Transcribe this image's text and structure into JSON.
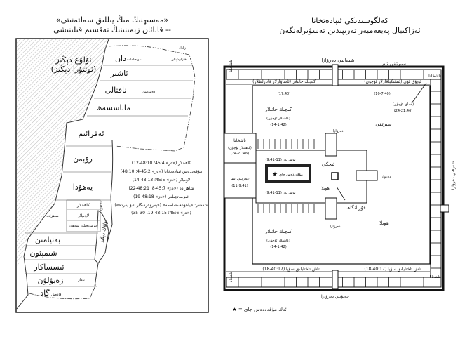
{
  "left": {
    "title_line1": "«مەسىھنىڭ مىڭ يىللىق سەلتەنىتى»",
    "title_line2": "-- قانائان زېمىنىنىڭ تەقسىم قىلىنىشى",
    "sea_label": "ئۇلۇغ دېڭىز",
    "sea_label2": "(ئوتتۇرا دېڭىز)",
    "dead_sea": "ئۆلۈك دېڭىز",
    "places": {
      "zadad": "زاداد",
      "lebo_hamath": "لىبو-خامات",
      "hazar_enan": "ھازار-ئېنان",
      "damascus": "دەمەشق",
      "tamar": "تامار",
      "kadesh": "قادەش"
    },
    "tribes": [
      "دان",
      "ئاشىر",
      "نافتالى",
      "ماناسسەھ",
      "ئەفرائىم",
      "رۇبەن",
      "يەھۇدا",
      "بەنيامىن",
      "شىمېئون",
      "ئىسساكار",
      "زەبۇلۇن",
      "گاد"
    ],
    "portion": {
      "priests": "كاھىنلار",
      "levites": "لاۋىيلار",
      "servants_city": "خىزمەتچىلەر شەھەر",
      "prince": "شاھزادە",
      "prince2": "شاھزادە"
    },
    "citations": [
      "كاھىنلار («ەز» 45:4؛ 48:10-12)",
      "مۇقەددەس ئىبادەتخانا («ەز» 45:2-4؛ 48:10)",
      "لاۋىيلار («ەز» 45:5؛ 48:13-14)",
      "شاھزادە («ەز» 45:7-8؛ 48:21-22)",
      "خىزمەتچىلەر («ەز» 48:18-19)",
      "شەھەر؛ «ياھۋەھ-شاممە» («پەرۋەردىگار شۇ يەردە»)",
      "(«ەز» 45:6؛ 48:15-19، 30-35)"
    ]
  },
  "right": {
    "title_line1": "كەلگۈسىدىكى ئىبادەتخانا",
    "title_line2": "ئەزاكىيال پەيغەمبەر تەرىپىدىن تەسۋىرلەنگەن",
    "north_gate": "شىمالىي دەرۋازا",
    "south_gate": "جەنۇبىي دەرۋازا",
    "east_gate": "شەرقىي دەرۋازا",
    "outer_wall": "سىرتقى تام",
    "kitchen": "تاشخانا",
    "small_rooms": "كىچىك خانىلار (ئاساۋارلار قانارلىقلار)",
    "small_rooms_ref": "(17:40)",
    "rooms_right": "ئويۇق ئۆي (ئىشىكباقارلار ئۆچۈن)",
    "rooms_right_ref": "(10-7:40)",
    "kitchen_note": "(خەلق ئۈچۈن)",
    "kitchen_note_ref": "(24-21:46)",
    "outer_court": "سىرتقى",
    "inner_court": "ئىچكى",
    "gate": "دەرۋازا",
    "priest_rooms": "كىچىك خانىلار",
    "priest_rooms_sub": "(كاھىنلار ئۈچۈن)",
    "priest_rooms_ref": "(14-1:42)",
    "kitchen_priests": "(كاھىنلار ئۈچۈن)",
    "kitchen_priests_ref": "(24-21:46)",
    "west_building": "غەربىي بىنا",
    "west_building_ref": "(11-9:41)",
    "empty_space": "بوش يەر (11-9:41)",
    "holy_place": "مۇقەددەس جاي",
    "court": "ھويلا",
    "altar": "قۇربانگاھ",
    "pavement": "تاش تاختايلىق سۇپا (40:17-18)",
    "legend": "ئەڭ مۇقەددەس جاي = ★"
  }
}
